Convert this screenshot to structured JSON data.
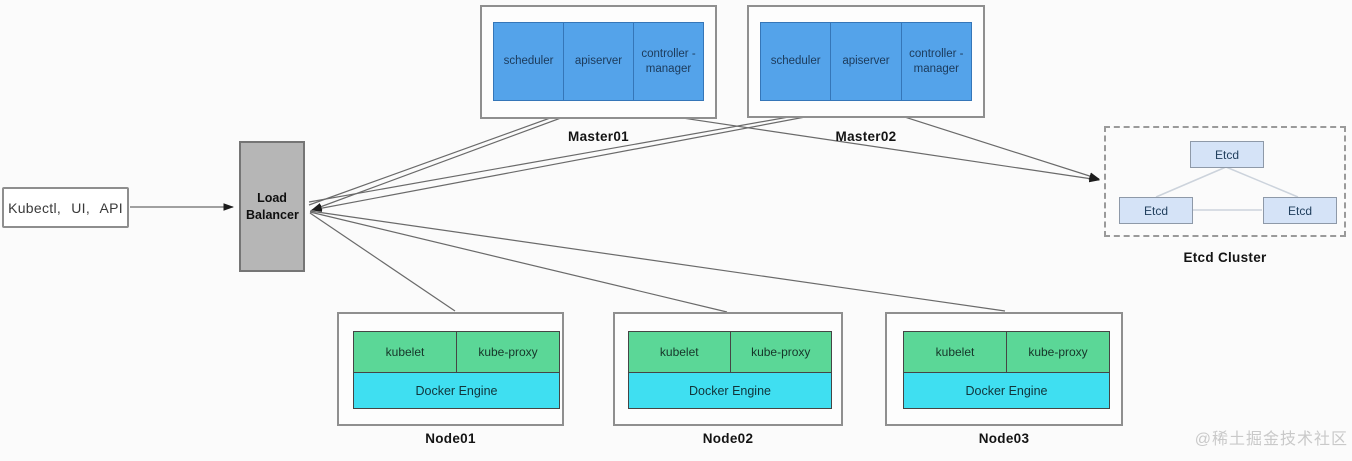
{
  "client": {
    "label": "Kubectl, UI, API"
  },
  "load_balancer": {
    "label": "Load Balancer"
  },
  "masters": [
    {
      "name": "Master01",
      "components": [
        "scheduler",
        "apiserver",
        "controller -manager"
      ]
    },
    {
      "name": "Master02",
      "components": [
        "scheduler",
        "apiserver",
        "controller -manager"
      ]
    }
  ],
  "etcd_cluster": {
    "label": "Etcd Cluster",
    "members": [
      "Etcd",
      "Etcd",
      "Etcd"
    ]
  },
  "nodes": [
    {
      "name": "Node01",
      "components": [
        "kubelet",
        "kube-proxy"
      ],
      "engine": "Docker Engine"
    },
    {
      "name": "Node02",
      "components": [
        "kubelet",
        "kube-proxy"
      ],
      "engine": "Docker Engine"
    },
    {
      "name": "Node03",
      "components": [
        "kubelet",
        "kube-proxy"
      ],
      "engine": "Docker Engine"
    }
  ],
  "watermark": "@稀土掘金技术社区",
  "colors": {
    "master_component_fill": "#54a3ea",
    "master_component_border": "#3576b8",
    "etcd_fill": "#d5e3f7",
    "etcd_border": "#8e99a8",
    "node_component_fill": "#5bd797",
    "docker_engine_fill": "#3fdff1",
    "load_balancer_fill": "#b6b6b6",
    "connector_line": "#6a6a6a",
    "arrowhead": "#1c1c1c"
  }
}
